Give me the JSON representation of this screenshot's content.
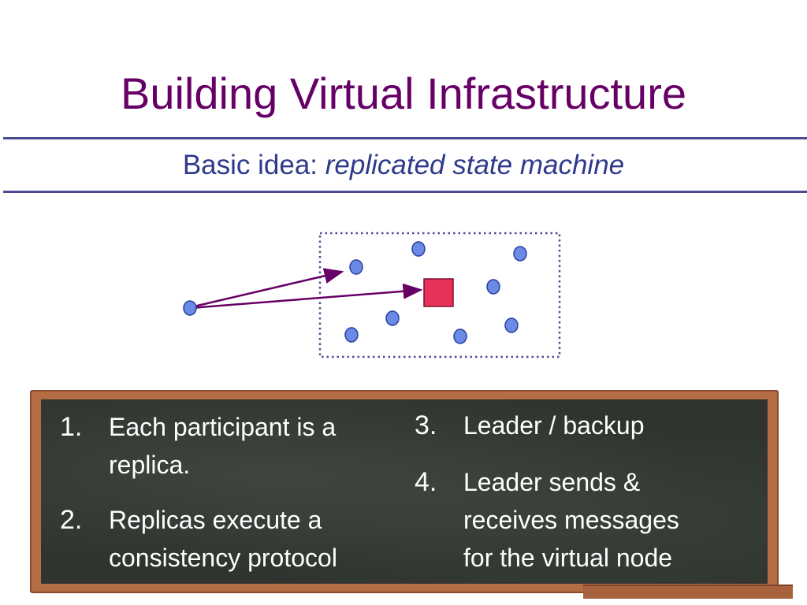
{
  "slide": {
    "title": "Building Virtual Infrastructure",
    "subtitle_prefix": "Basic idea: ",
    "subtitle_emphasis": "replicated state machine"
  },
  "diagram": {
    "colors": {
      "node_fill": "#6a8ae6",
      "node_stroke": "#2a3f9e",
      "leader_fill": "#e8325a",
      "arrow": "#660066",
      "box_border": "#4a4a94"
    }
  },
  "board": {
    "items": [
      {
        "num": "1.",
        "lines": [
          "Each participant is a",
          "replica."
        ]
      },
      {
        "num": "2.",
        "lines": [
          "Replicas execute a",
          "consistency protocol"
        ]
      },
      {
        "num": "3.",
        "lines": [
          "Leader / backup"
        ]
      },
      {
        "num": "4.",
        "lines": [
          "Leader sends &",
          "receives messages",
          "for the virtual node"
        ]
      }
    ]
  }
}
